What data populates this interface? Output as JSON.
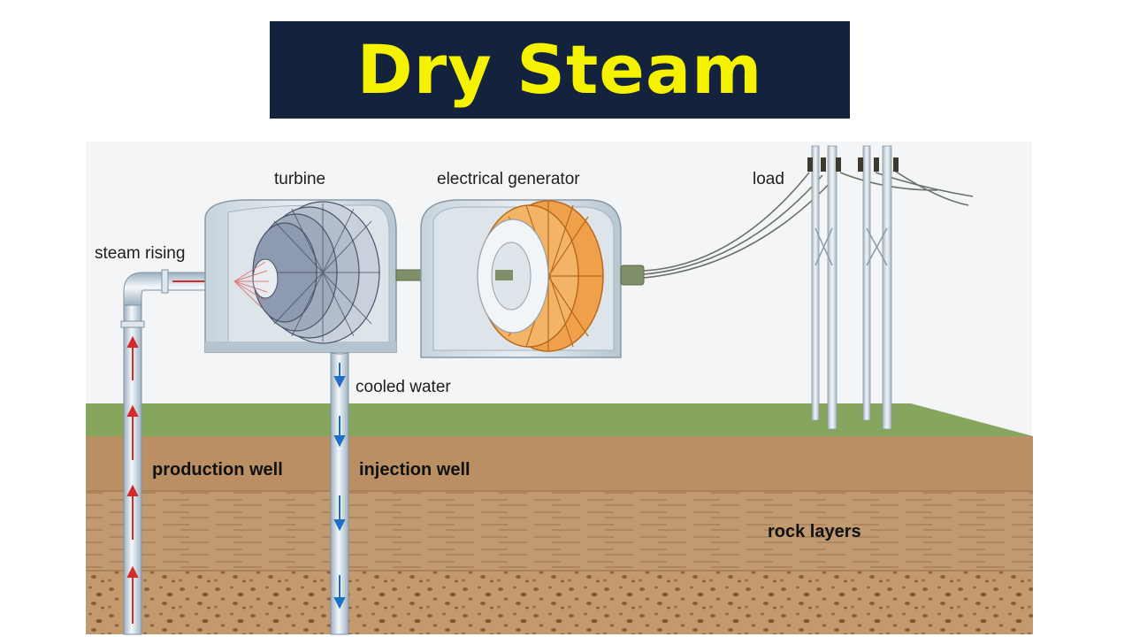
{
  "title": "Dry Steam",
  "labels": {
    "turbine": "turbine",
    "generator": "electrical generator",
    "load": "load",
    "steam_rising": "steam rising",
    "cooled_water": "cooled water",
    "production_well": "production well",
    "injection_well": "injection well",
    "rock_layers": "rock layers"
  },
  "colors": {
    "banner_bg": "#13223d",
    "title_text": "#f5f200",
    "steam_arrow": "#d42a2a",
    "water_arrow": "#1f6fc4",
    "ground_surface": "#86a65e",
    "soil": "#b98f63",
    "generator_coil": "#f0a04a"
  },
  "icons": {
    "turbine": "turbine-rotor-icon",
    "generator": "generator-coil-icon",
    "load": "power-pylon-icon"
  }
}
